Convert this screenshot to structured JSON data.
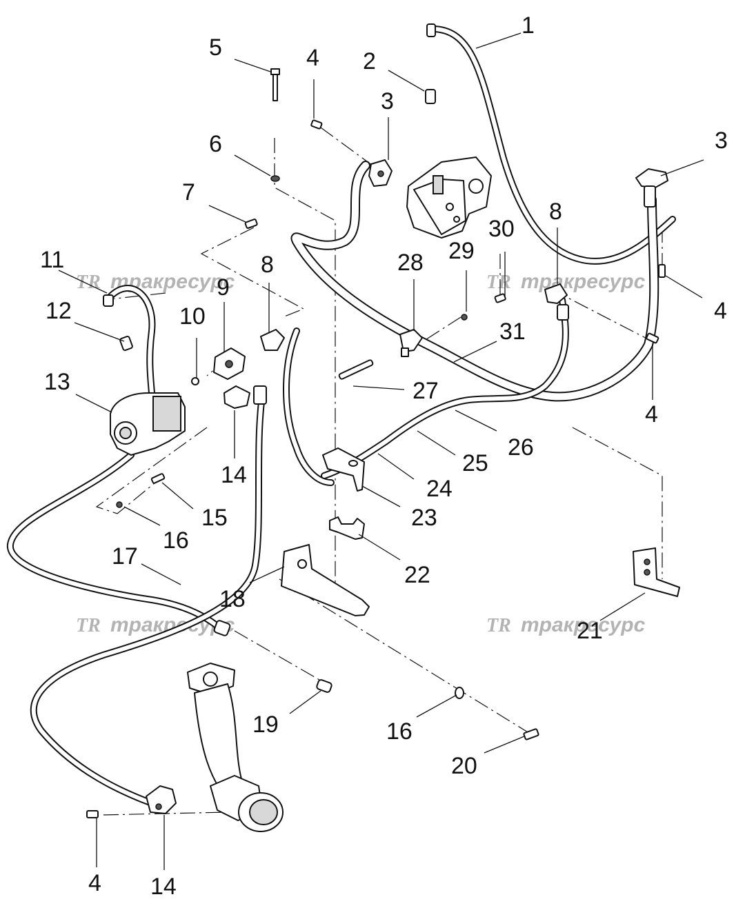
{
  "watermark": {
    "logo": "TR",
    "text": "тракресурс"
  },
  "callouts": [
    {
      "id": "c1",
      "label": "1"
    },
    {
      "id": "c2",
      "label": "2"
    },
    {
      "id": "c3a",
      "label": "3"
    },
    {
      "id": "c3b",
      "label": "3"
    },
    {
      "id": "c4a",
      "label": "4"
    },
    {
      "id": "c4b",
      "label": "4"
    },
    {
      "id": "c4c",
      "label": "4"
    },
    {
      "id": "c4d",
      "label": "4"
    },
    {
      "id": "c5",
      "label": "5"
    },
    {
      "id": "c6",
      "label": "6"
    },
    {
      "id": "c7",
      "label": "7"
    },
    {
      "id": "c8a",
      "label": "8"
    },
    {
      "id": "c8b",
      "label": "8"
    },
    {
      "id": "c9",
      "label": "9"
    },
    {
      "id": "c10",
      "label": "10"
    },
    {
      "id": "c11",
      "label": "11"
    },
    {
      "id": "c12",
      "label": "12"
    },
    {
      "id": "c13",
      "label": "13"
    },
    {
      "id": "c14a",
      "label": "14"
    },
    {
      "id": "c14b",
      "label": "14"
    },
    {
      "id": "c15",
      "label": "15"
    },
    {
      "id": "c16a",
      "label": "16"
    },
    {
      "id": "c16b",
      "label": "16"
    },
    {
      "id": "c17",
      "label": "17"
    },
    {
      "id": "c18",
      "label": "18"
    },
    {
      "id": "c19",
      "label": "19"
    },
    {
      "id": "c20",
      "label": "20"
    },
    {
      "id": "c21",
      "label": "21"
    },
    {
      "id": "c22",
      "label": "22"
    },
    {
      "id": "c23",
      "label": "23"
    },
    {
      "id": "c24",
      "label": "24"
    },
    {
      "id": "c25",
      "label": "25"
    },
    {
      "id": "c26",
      "label": "26"
    },
    {
      "id": "c27",
      "label": "27"
    },
    {
      "id": "c28",
      "label": "28"
    },
    {
      "id": "c29",
      "label": "29"
    },
    {
      "id": "c30",
      "label": "30"
    },
    {
      "id": "c31",
      "label": "31"
    }
  ]
}
